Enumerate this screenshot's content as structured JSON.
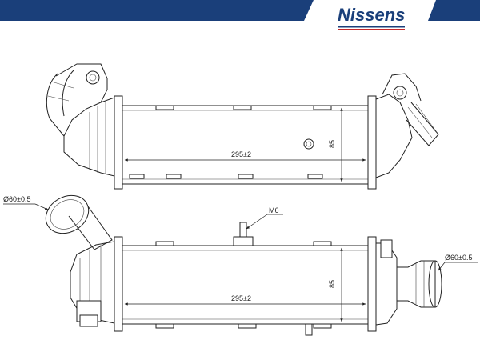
{
  "brand": {
    "name": "Nissens",
    "color_primary": "#1a3f7a",
    "color_accent": "#c62828"
  },
  "dimensions": {
    "top_view": {
      "length": "295±2",
      "height": "85"
    },
    "bottom_view": {
      "length": "295±2",
      "height": "85",
      "inlet_diameter": "Ø60±0.5",
      "outlet_diameter": "Ø60±0.5",
      "thread": "M6"
    }
  }
}
